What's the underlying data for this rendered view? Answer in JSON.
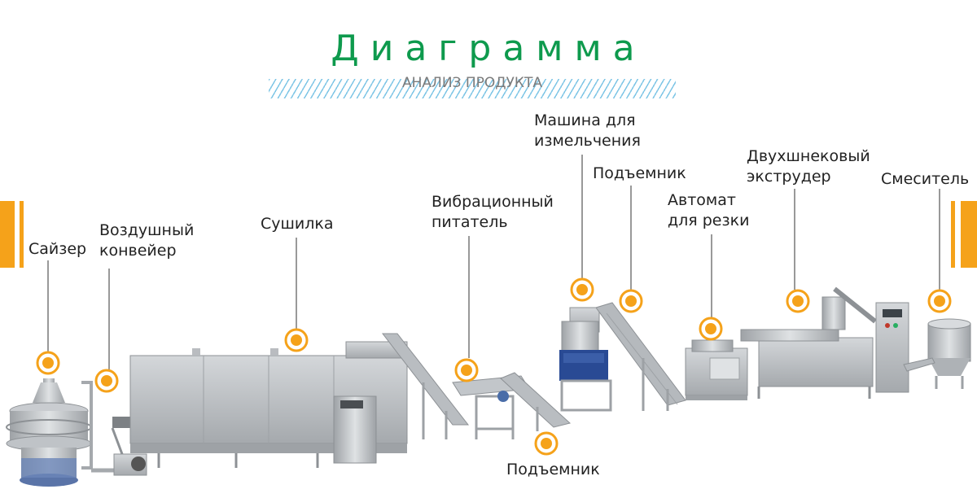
{
  "header": {
    "title": "Диаграмма",
    "subtitle": "АНАЛИЗ ПРОДУКТА"
  },
  "colors": {
    "title": "#0e9a4d",
    "accent": "#f5a21a",
    "stripes": "#7fc6e6",
    "machine": "#b4b8bc",
    "text": "#222222"
  },
  "labels": {
    "sizer": "Сайзер",
    "air_conveyor_1": "Воздушный",
    "air_conveyor_2": "конвейер",
    "dryer": "Сушилка",
    "vibro_feeder_1": "Вибрационный",
    "vibro_feeder_2": "питатель",
    "grinder_1": "Машина для",
    "grinder_2": "измельчения",
    "elevator_top": "Подъемник",
    "cutter_1": "Автомат",
    "cutter_2": "для резки",
    "extruder_1": "Двухшнековый",
    "extruder_2": "экструдер",
    "mixer": "Смеситель",
    "elevator_bottom": "Подъемник"
  }
}
